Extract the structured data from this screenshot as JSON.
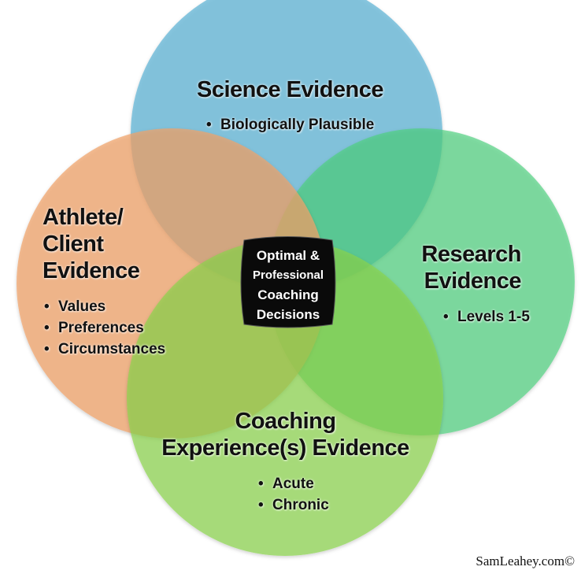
{
  "diagram": {
    "colors": {
      "science": "#5fb4d6",
      "research": "#4ed07e",
      "athlete": "#f0a26a",
      "coaching": "#8bd44a",
      "center": "#0a0a0a"
    },
    "science": {
      "title": "Science Evidence",
      "bullets": [
        "Biologically Plausible"
      ]
    },
    "athlete": {
      "title_lines": [
        "Athlete/",
        "Client",
        "Evidence"
      ],
      "bullets": [
        "Values",
        "Preferences",
        "Circumstances"
      ]
    },
    "research": {
      "title_lines": [
        "Research",
        "Evidence"
      ],
      "bullets": [
        "Levels 1-5"
      ]
    },
    "coaching": {
      "title_lines": [
        "Coaching",
        "Experience(s) Evidence"
      ],
      "bullets": [
        "Acute",
        "Chronic"
      ]
    },
    "center": {
      "lines": [
        "Optimal &",
        "Professional",
        "Coaching",
        "Decisions"
      ]
    }
  },
  "credit": "SamLeahey.com©"
}
